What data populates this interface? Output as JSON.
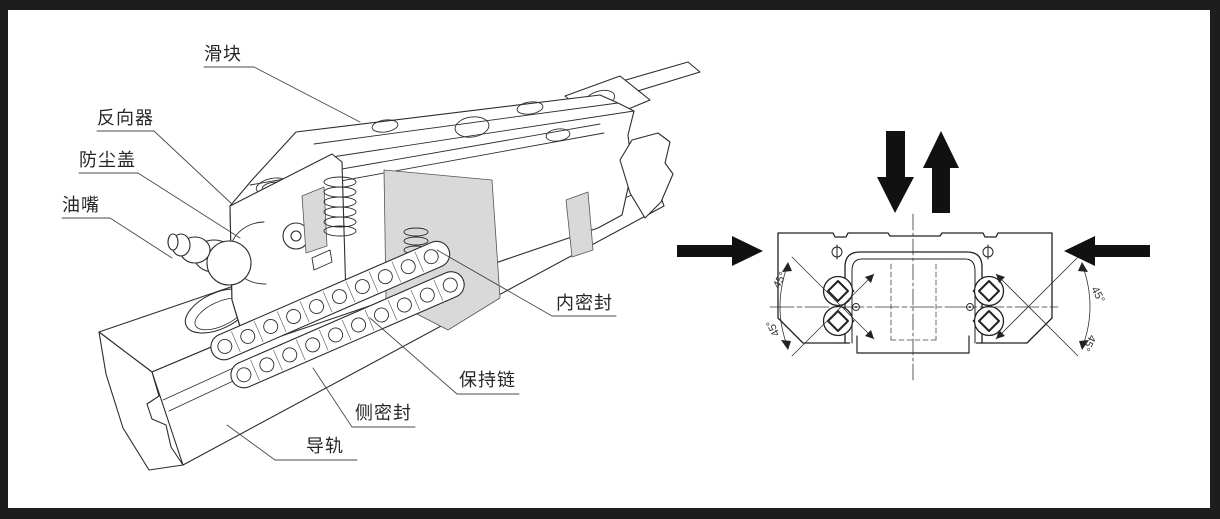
{
  "colors": {
    "frame_border": "#1d1d1d",
    "paper": "#ffffff",
    "line": "#2d2d2d",
    "thin_line": "#555555",
    "cut_face_gray": "#d9d9d9",
    "arrow_black": "#111111",
    "label_text": "#262626"
  },
  "exploded_view": {
    "labels": [
      {
        "id": "slider-block",
        "text": "滑块"
      },
      {
        "id": "reverser",
        "text": "反向器"
      },
      {
        "id": "dust-cover",
        "text": "防尘盖"
      },
      {
        "id": "oil-nipple",
        "text": "油嘴"
      },
      {
        "id": "inner-seal",
        "text": "内密封"
      },
      {
        "id": "retainer-chain",
        "text": "保持链"
      },
      {
        "id": "side-seal",
        "text": "侧密封"
      },
      {
        "id": "guide-rail",
        "text": "导轨"
      }
    ]
  },
  "cross_section_view": {
    "contact_angle_labels": [
      "45°",
      "45°",
      "45°",
      "45°"
    ],
    "load_arrow_icons": [
      "down-arrow",
      "up-arrow",
      "right-arrow",
      "left-arrow"
    ]
  }
}
